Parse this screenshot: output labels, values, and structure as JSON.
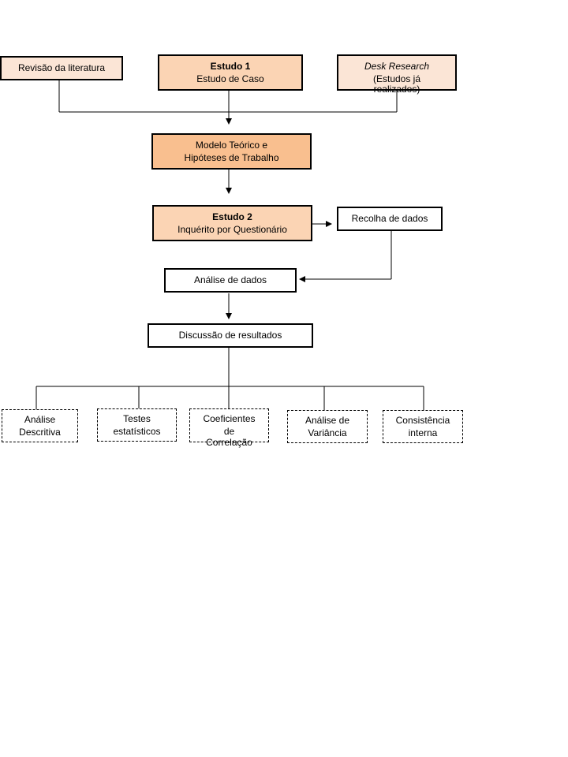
{
  "colors": {
    "light_peach": "#fbe5d6",
    "peach": "#fbd4b4",
    "dark_peach": "#f9bf8f",
    "white": "#ffffff",
    "line": "#000000"
  },
  "nodes": {
    "revisao": {
      "text": "Revisão  da literatura"
    },
    "estudo1": {
      "title": "Estudo  1",
      "subtitle": "Estudo de Caso"
    },
    "desk": {
      "line1": "Desk Research",
      "line2": "(Estudos já",
      "line3": "realizados)"
    },
    "modelo": {
      "line1": "Modelo Teórico  e",
      "line2": "Hipóteses de Trabalho"
    },
    "estudo2": {
      "title": "Estudo  2",
      "subtitle": "Inquérito  por Questionário"
    },
    "recolha": {
      "text": "Recolha de dados"
    },
    "analise": {
      "text": "Análise de dados"
    },
    "discussao": {
      "text": "Discussão de resultados"
    }
  },
  "methods": [
    {
      "line1": "Análise",
      "line2": "Descritiva"
    },
    {
      "line1": "Testes",
      "line2": "estatísticos"
    },
    {
      "line1": "Coeficientes",
      "line2": "de",
      "line3": "Correlação"
    },
    {
      "line1": "Análise de",
      "line2": "Variância"
    },
    {
      "line1": "Consistência",
      "line2": "interna"
    }
  ]
}
